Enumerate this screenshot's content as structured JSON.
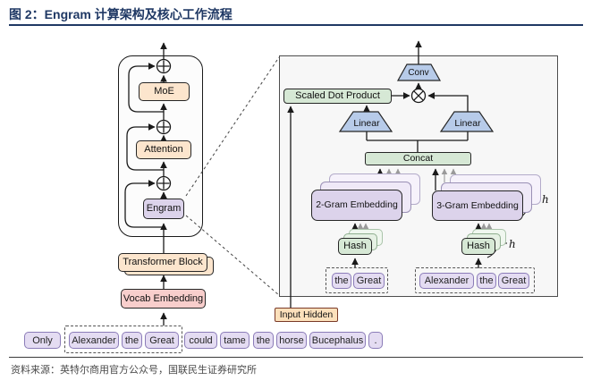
{
  "figure": {
    "title": "图 2：Engram 计算架构及核心工作流程",
    "source": "资料来源：英特尔商用官方公众号，国联民生证券研究所"
  },
  "main_stack": {
    "moe": "MoE",
    "attention": "Attention",
    "engram": "Engram",
    "transformer_block": "Transformer Block",
    "vocab_embedding": "Vocab Embedding"
  },
  "sentence_tokens": [
    "Only",
    "Alexander",
    "the",
    "Great",
    "could",
    "tame",
    "the",
    "horse",
    "Bucephalus",
    "."
  ],
  "engram_detail": {
    "conv": "Conv",
    "scaled_dot_product": "Scaled Dot Product",
    "linear_left": "Linear",
    "linear_right": "Linear",
    "concat": "Concat",
    "two_gram_embedding": "2-Gram Embedding",
    "three_gram_embedding": "3-Gram Embedding",
    "hash_left": "Hash",
    "hash_right": "Hash",
    "heads_label": "h",
    "bigram_tokens": [
      "the",
      "Great"
    ],
    "trigram_tokens": [
      "Alexander",
      "the",
      "Great"
    ],
    "input_hidden": "Input Hidden"
  },
  "colors": {
    "title_navy": "#1f3864",
    "peach": "#fce5cd",
    "pink": "#f8cecc",
    "purple": "#dcd3eb",
    "token_purple": "#e4dcf2",
    "green": "#d6e8d5",
    "trapezoid_blue": "#b7cbe9",
    "panel_bg": "#f7f7f7"
  }
}
